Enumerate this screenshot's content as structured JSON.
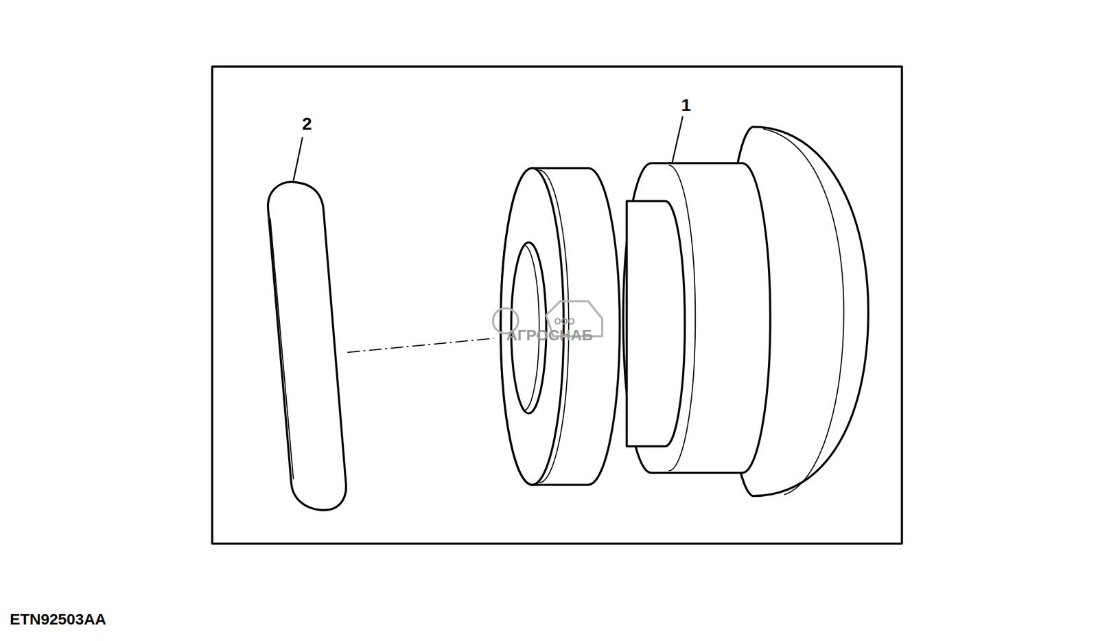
{
  "diagram": {
    "labels": [
      "2",
      "1",
      "ООО",
      "АГРОСНАБ",
      "ETN92503AA"
    ]
  }
}
